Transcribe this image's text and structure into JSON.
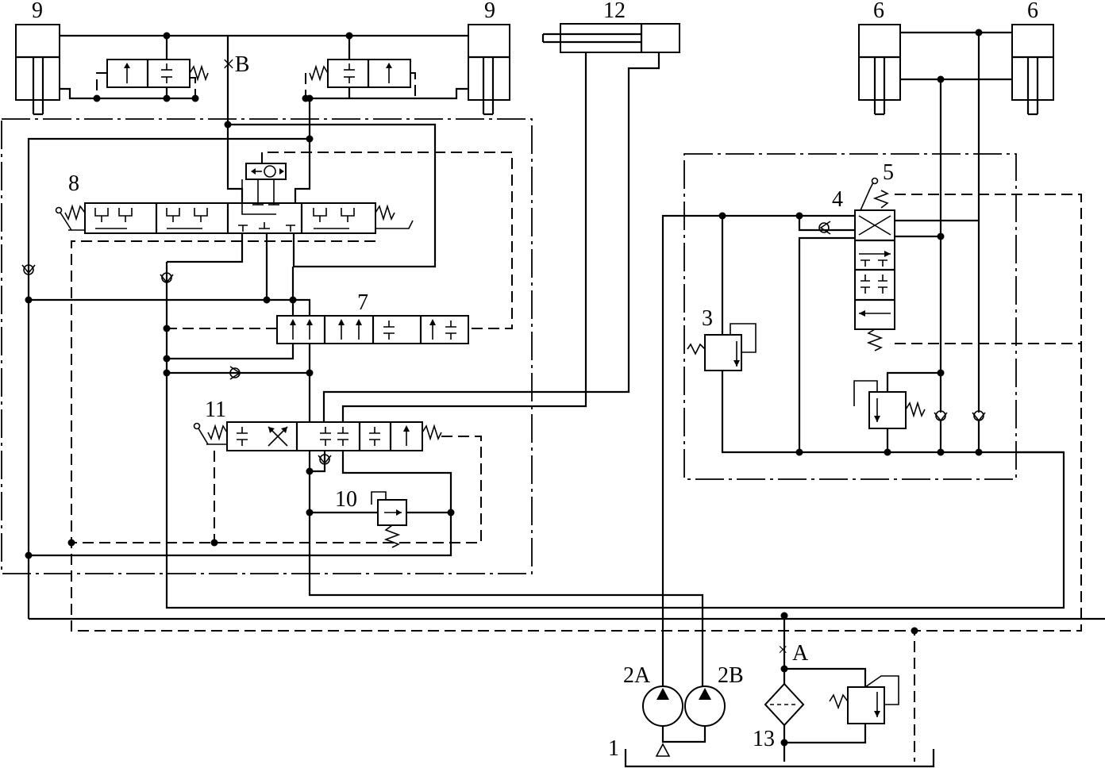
{
  "diagram": {
    "labels": {
      "cyl9_left": "9",
      "cyl9_right": "9",
      "cyl12": "12",
      "cyl6_left": "6",
      "cyl6_right": "6",
      "point_b": "×B",
      "valve8": "8",
      "valve7": "7",
      "valve11": "11",
      "valve10": "10",
      "valve5": "5",
      "valve4": "4",
      "valve3": "3",
      "pump2a": "2A",
      "pump2b": "2B",
      "point_a": "A",
      "filter13": "13",
      "tank1": "1"
    }
  }
}
